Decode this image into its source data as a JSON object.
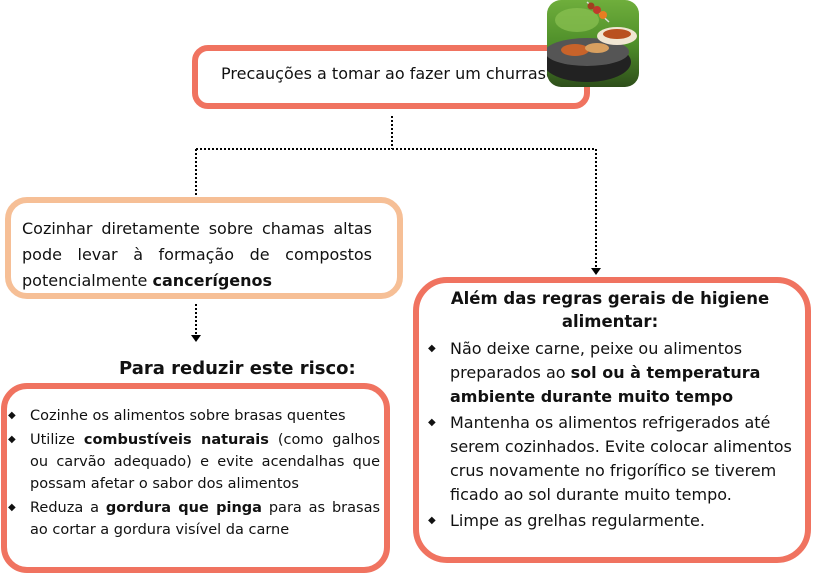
{
  "title_box": {
    "text": "Precauções a tomar ao fazer um churrasco"
  },
  "left_box": {
    "text_before": "Cozinhar diretamente sobre chamas altas pode levar à formação de compostos potencialmente ",
    "text_bold": "cancerígenos"
  },
  "risk_heading": "Para reduzir este risco:",
  "risk_list": [
    {
      "before": "Cozinhe os alimentos sobre brasas quentes",
      "bold": "",
      "after": ""
    },
    {
      "before": "Utilize ",
      "bold": "combustíveis naturais",
      "after": " (como galhos ou carvão adequado) e evite acendalhas que possam afetar o sabor dos alimentos"
    },
    {
      "before": "Reduza a ",
      "bold": "gordura que pinga",
      "after": " para as brasas ao cortar a gordura visível da carne"
    }
  ],
  "right_box": {
    "heading": "Além das regras gerais de higiene alimentar:",
    "items": [
      {
        "before": "Não deixe carne, peixe ou alimentos preparados ao ",
        "bold": "sol ou à temperatura ambiente durante muito tempo",
        "after": ""
      },
      {
        "before": "Mantenha os alimentos refrigerados até serem cozinhados. Evite colocar alimentos crus novamente no frigorífico se tiverem ficado ao sol durante muito tempo.",
        "bold": "",
        "after": ""
      },
      {
        "before": "Limpe as grelhas regularmente.",
        "bold": "",
        "after": ""
      }
    ]
  },
  "icons": {
    "bullet": "bullet-diamond-icon",
    "photo": "barbecue-grill-photo"
  },
  "colors": {
    "box_border": "#f07360",
    "left_box_border": "#f6bf96"
  }
}
